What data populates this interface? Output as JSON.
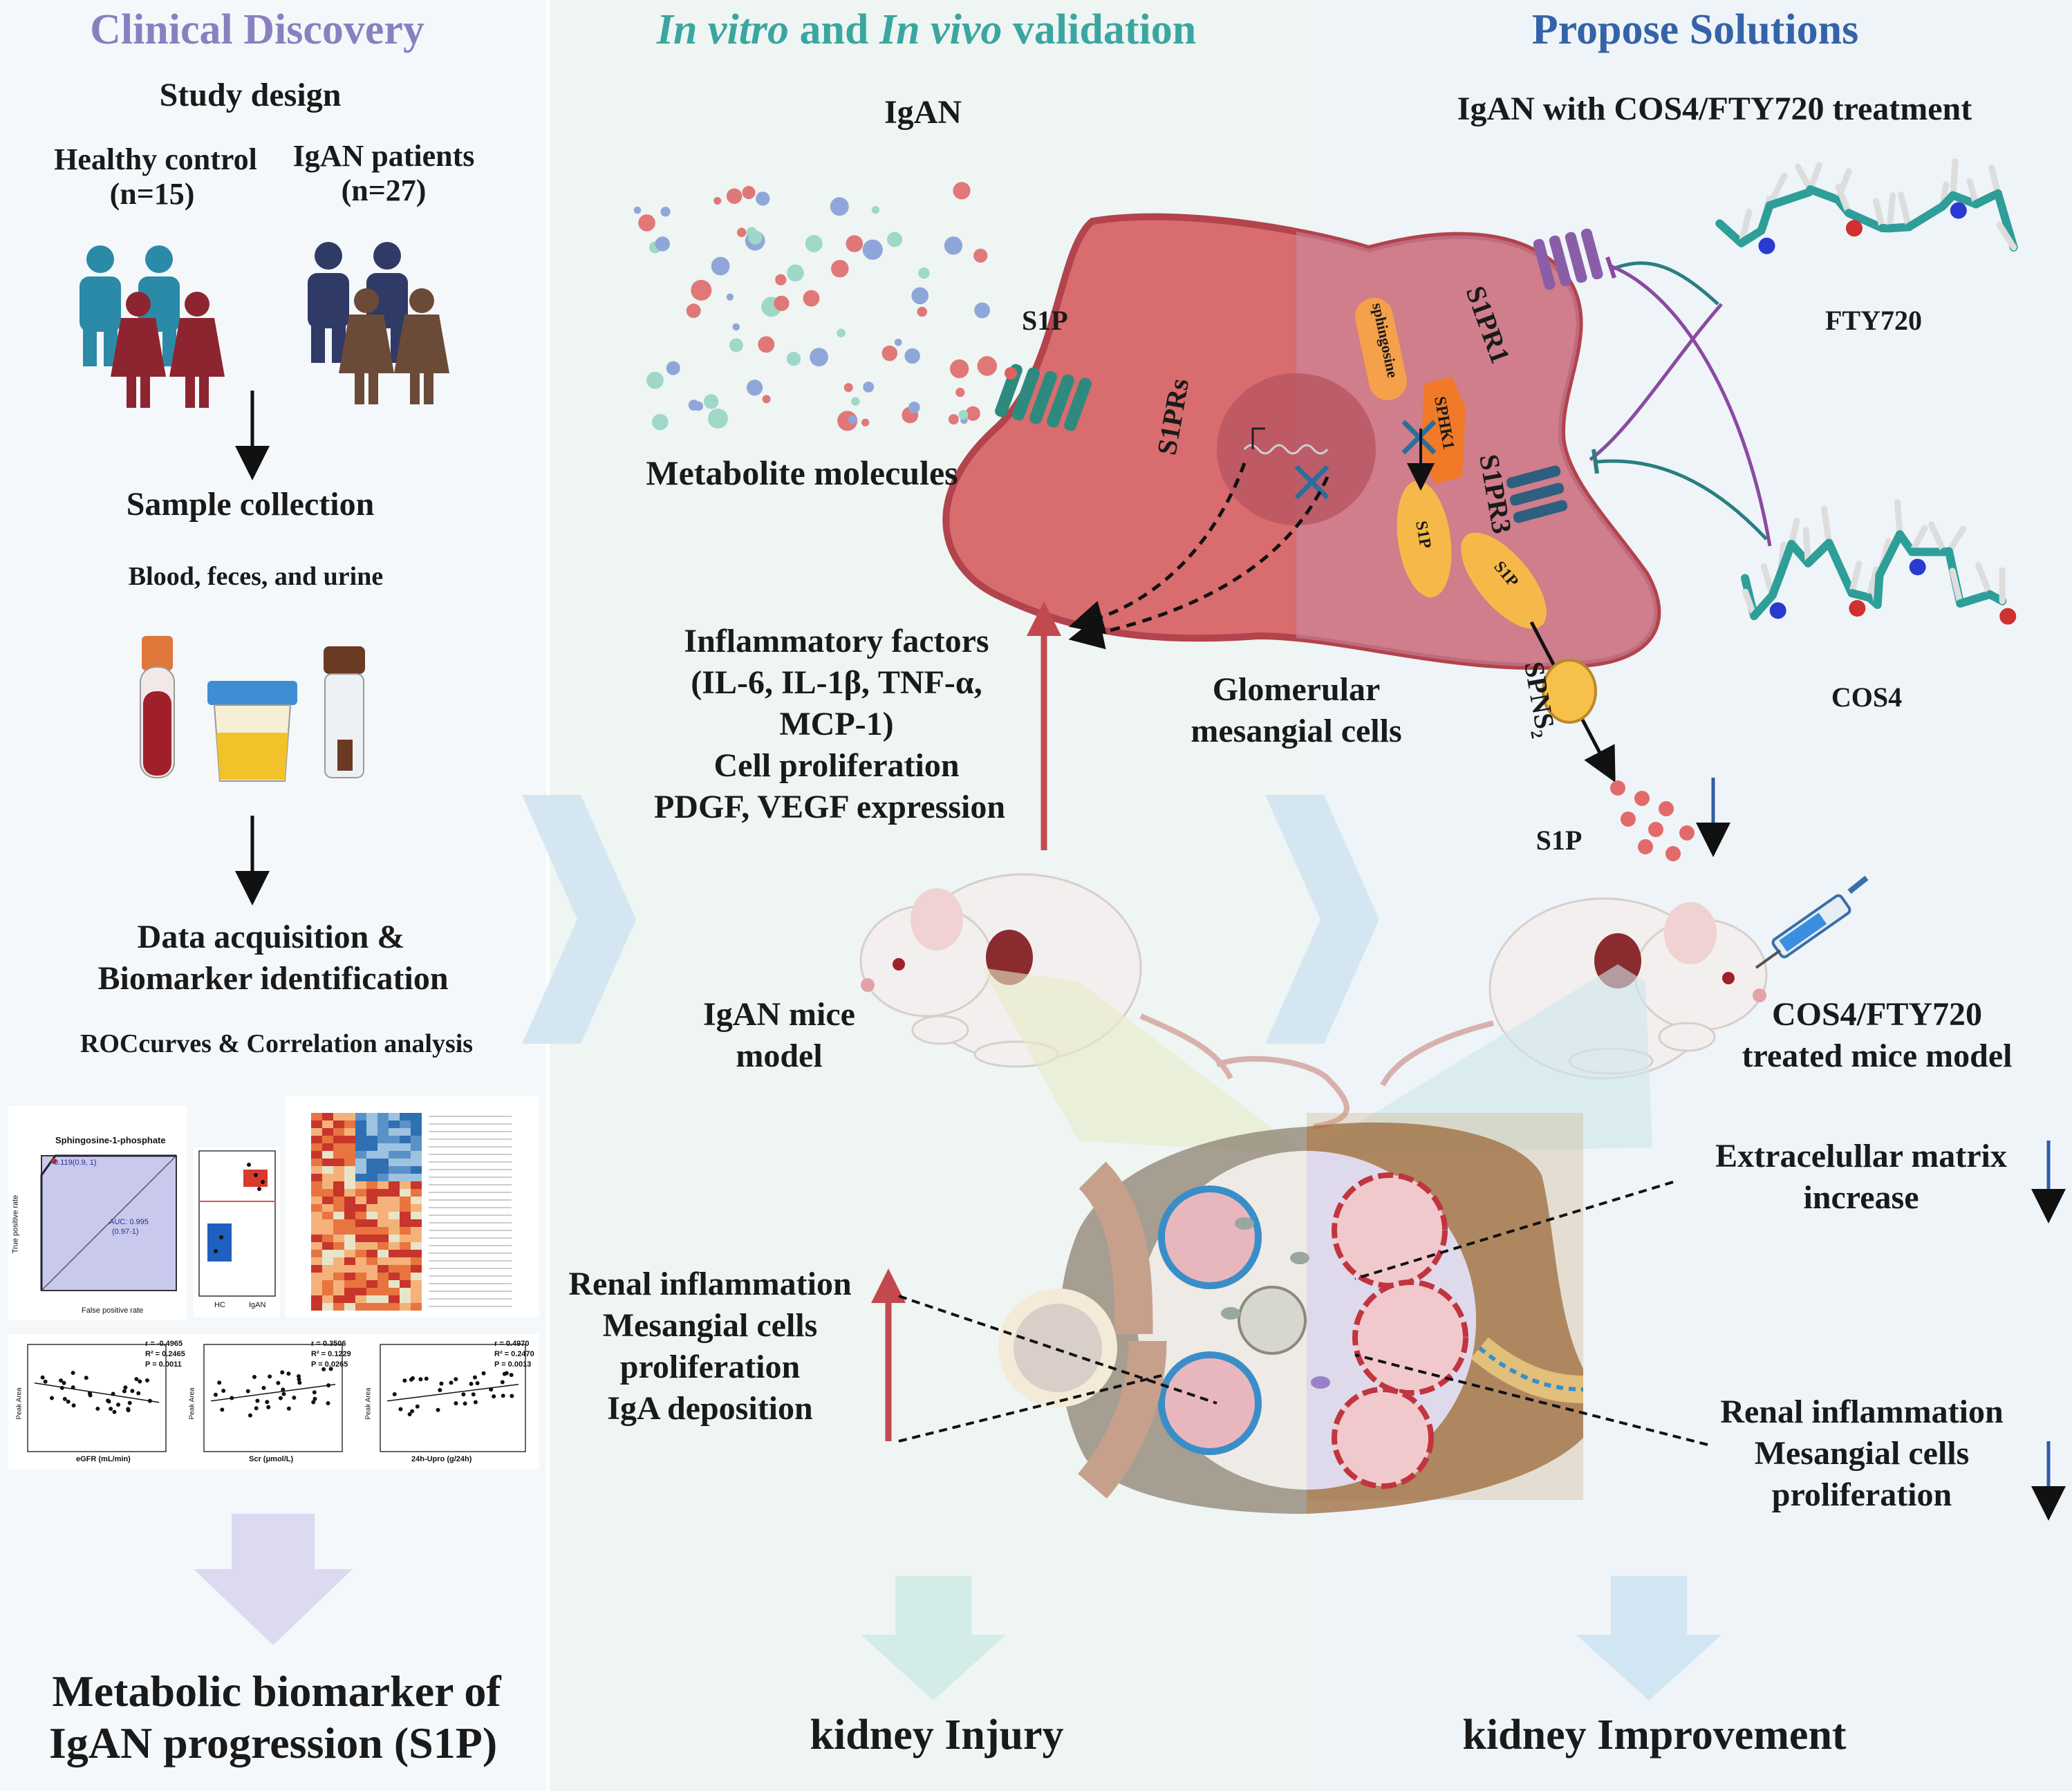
{
  "colors": {
    "left_title": "#8a7fc0",
    "middle_title": "#3aa6a0",
    "right_title": "#3563a8",
    "red_arrow": "#c24a4f",
    "blue_arrow": "#2f5ea8",
    "cell_left": "#dd6f72",
    "cell_right": "#cf8aa0",
    "receptor": "#2e8a7e",
    "receptor_dark": "#2d5f80",
    "s1pr1": "#8a5da8"
  },
  "left": {
    "title": "Clinical Discovery",
    "study_design": "Study design",
    "healthy_control": "Healthy control",
    "healthy_n": "(n=15)",
    "iga_patients": "IgAN patients",
    "iga_n": "(n=27)",
    "sample_collection": "Sample collection",
    "sample_types": "Blood, feces, and urine",
    "data_line1": "Data acquisition &",
    "data_line2": "Biomarker identification",
    "analysis": "ROCcurves & Correlation analysis",
    "roc_title": "Sphingosine-1-phosphate",
    "roc_point": "0.119(0.9, 1)",
    "roc_auc": "AUC: 0.995",
    "roc_ci": "(0.97-1)",
    "roc_xlabel": "False positive rate",
    "roc_ylabel": "True positive rate",
    "box_groups": [
      "HC",
      "IgAN"
    ],
    "corr": [
      {
        "r": "r = -0.4965",
        "r2": "R² = 0.2465",
        "p": "P = 0.0011",
        "xlabel": "eGFR (mL/min)",
        "ylabel": "Peak Area"
      },
      {
        "r": "r = 0.3506",
        "r2": "R² = 0.1229",
        "p": "P = 0.0265",
        "xlabel": "Scr (μmol/L)",
        "ylabel": "Peak Area"
      },
      {
        "r": "r = 0.4970",
        "r2": "R² = 0.2470",
        "p": "P = 0.0013",
        "xlabel": "24h-Upro (g/24h)",
        "ylabel": "Peak Area"
      }
    ],
    "conclusion_line1": "Metabolic biomarker of",
    "conclusion_line2": "IgAN progression (S1P)"
  },
  "middle": {
    "title_it1": "In vitro",
    "title_and1": " and ",
    "title_it2": "In vivo",
    "title_rest": " validation",
    "igan": "IgAN",
    "metabolite": "Metabolite molecules",
    "s1p": "S1P",
    "s1prs": "S1PRs",
    "inflam1": "Inflammatory factors",
    "inflam2": "(IL-6, IL-1β, TNF-α,",
    "inflam3": "MCP-1)",
    "inflam4": "Cell proliferation",
    "inflam5": "PDGF, VEGF expression",
    "glom1": "Glomerular",
    "glom2": "mesangial cells",
    "mice1": "IgAN mice",
    "mice2": "model",
    "renal1": "Renal inflammation",
    "renal2": "Mesangial cells",
    "renal3": "proliferation",
    "renal4": "IgA deposition",
    "injury": "kidney Injury"
  },
  "right": {
    "title": "Propose Solutions",
    "subtitle": "IgAN with COS4/FTY720 treatment",
    "fty720": "FTY720",
    "cos4": "COS4",
    "s1pr1": "S1PR1",
    "s1pr3": "S1PR3",
    "sphingosine": "sphingosine",
    "sphk1": "SPHK1",
    "s1p_a": "S1P",
    "s1p_b": "S1P",
    "spns2": "SPNS₂",
    "s1p_out": "S1P",
    "treated1": "COS4/FTY720",
    "treated2": "treated mice model",
    "ecm1": "Extracelullar matrix",
    "ecm2": "increase",
    "renal1": "Renal inflammation",
    "renal2": "Mesangial cells",
    "renal3": "proliferation",
    "improvement": "kidney Improvement"
  }
}
